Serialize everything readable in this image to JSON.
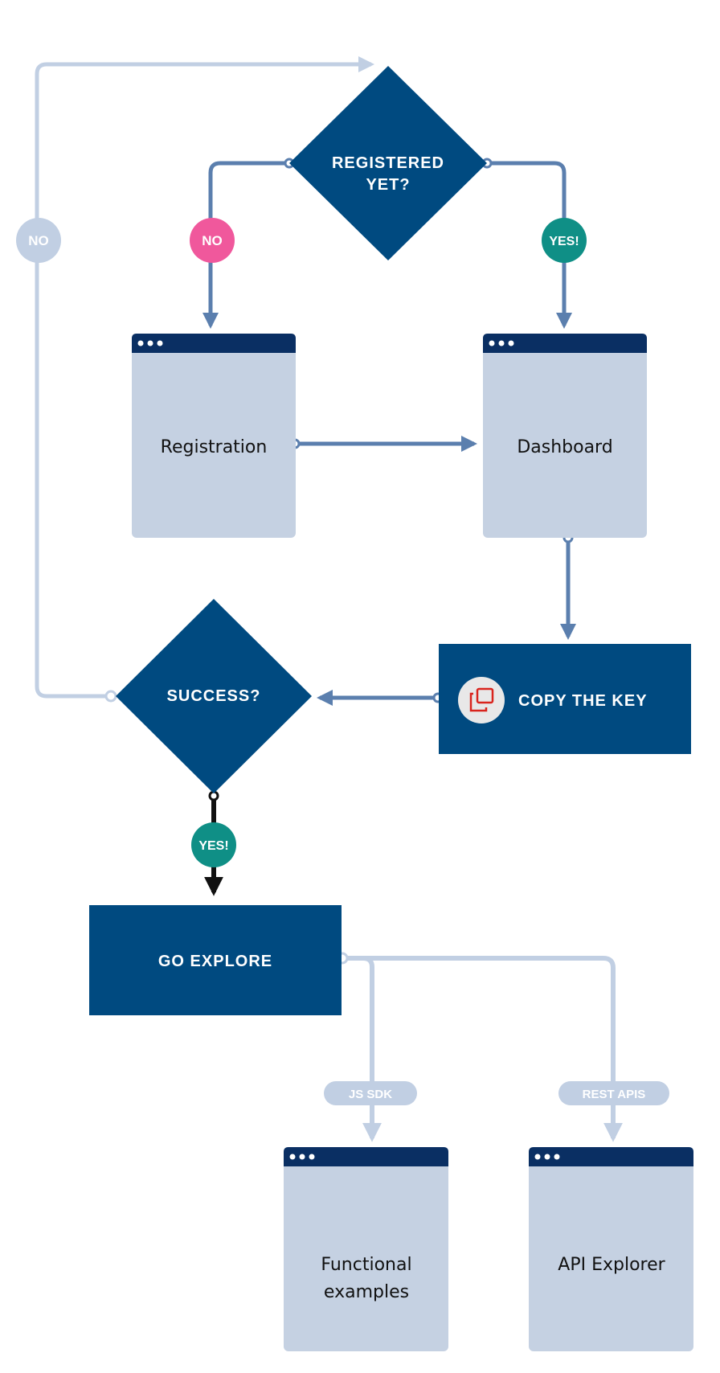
{
  "decisions": {
    "registered": "REGISTERED",
    "registered_line2": "YET?",
    "success": "SUCCESS?"
  },
  "badges": {
    "no_outer": "NO",
    "no_pink": "NO",
    "yes_right": "YES!",
    "yes_bottom": "YES!"
  },
  "pages": {
    "registration": "Registration",
    "dashboard": "Dashboard",
    "functional_line1": "Functional",
    "functional_line2": "examples",
    "api_explorer": "API Explorer"
  },
  "actions": {
    "copy_key": "COPY THE KEY",
    "go_explore": "GO EXPLORE"
  },
  "branches": {
    "js_sdk": "JS SDK",
    "rest_apis": "REST APIS"
  },
  "colors": {
    "navy": "#004a80",
    "page_header": "#0a2f63",
    "page_body": "#c5d1e2",
    "connector": "#5b7fae",
    "light_connector": "#c1cfe3",
    "pink": "#f0589c",
    "teal": "#0f8f86",
    "copy_icon": "#d9241d"
  }
}
